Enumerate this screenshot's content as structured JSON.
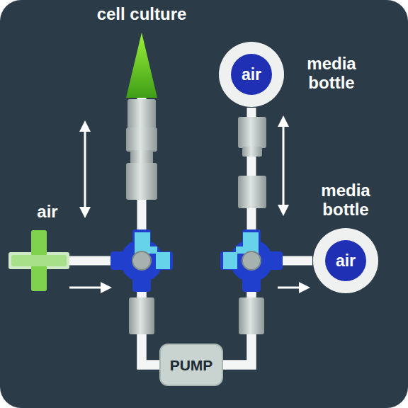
{
  "diagram": {
    "nodes": [
      {
        "text": [
          "cell culture"
        ]
      },
      {
        "text": [
          "air",
          "media bottle"
        ]
      },
      {
        "text": [
          "air"
        ]
      },
      {
        "text": [
          "air",
          "media bottle"
        ]
      },
      {
        "text": [
          "PUMP"
        ]
      }
    ],
    "edges": [
      {
        "from": 0,
        "to": 4,
        "arrow": "none"
      },
      {
        "from": 2,
        "to": 4,
        "arrow": "none"
      },
      {
        "from": 4,
        "to": 1,
        "arrow": "none"
      },
      {
        "from": 4,
        "to": 3,
        "arrow": "none"
      }
    ]
  }
}
